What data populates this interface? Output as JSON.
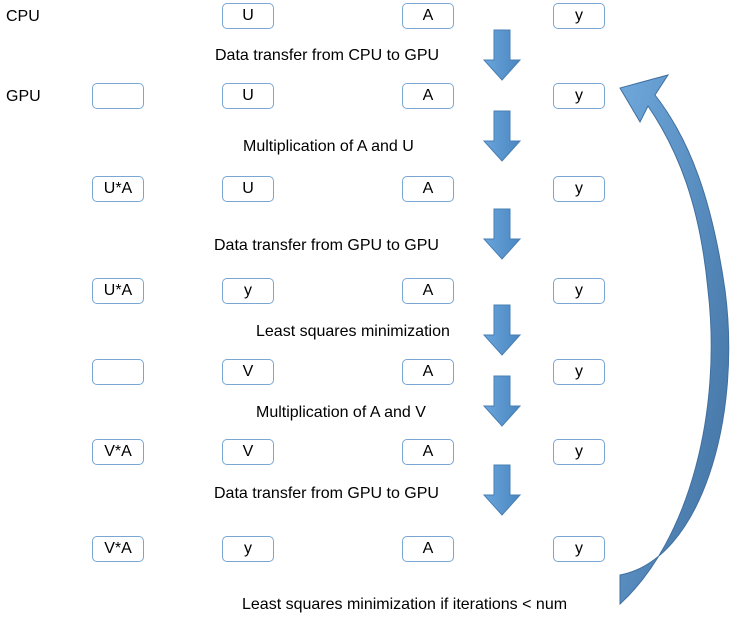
{
  "row_labels": {
    "cpu": "CPU",
    "gpu": "GPU"
  },
  "rows": [
    {
      "cells": [
        "",
        "U",
        "A",
        "y"
      ],
      "show_first": false
    },
    {
      "cells": [
        "",
        "U",
        "A",
        "y"
      ],
      "show_first": true
    },
    {
      "cells": [
        "U*A",
        "U",
        "A",
        "y"
      ],
      "show_first": true
    },
    {
      "cells": [
        "U*A",
        "y",
        "A",
        "y"
      ],
      "show_first": true
    },
    {
      "cells": [
        "",
        "V",
        "A",
        "y"
      ],
      "show_first": true
    },
    {
      "cells": [
        "V*A",
        "V",
        "A",
        "y"
      ],
      "show_first": true
    },
    {
      "cells": [
        "V*A",
        "y",
        "A",
        "y"
      ],
      "show_first": true
    }
  ],
  "steps": [
    "Data transfer from CPU to GPU",
    "Multiplication of A and U",
    "Data transfer from GPU to GPU",
    "Least squares minimization",
    "Multiplication of A and V",
    "Data transfer from GPU to GPU"
  ],
  "loop_label": "Least squares minimization if iterations < num",
  "colors": {
    "box_border": "#7aa6d4",
    "arrow_fill": "#5b9bd5",
    "arrow_dark": "#3f6f9f"
  }
}
